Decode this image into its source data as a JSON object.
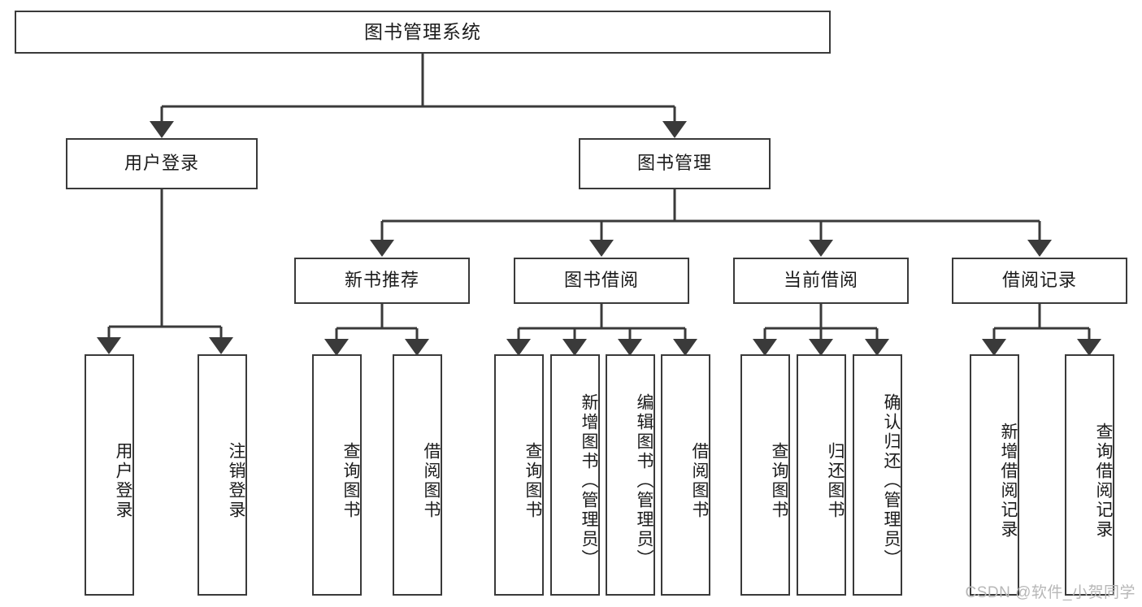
{
  "diagram": {
    "title": "图书管理系统",
    "watermark": "CSDN @软件_小贺同学",
    "line_color": "#3a3a3a",
    "box_fill": "#ffffff",
    "text_color": "#1b1b1b",
    "root": {
      "label": "图书管理系统"
    },
    "level2": [
      {
        "label": "用户登录"
      },
      {
        "label": "图书管理"
      }
    ],
    "level3": [
      {
        "label": "新书推荐"
      },
      {
        "label": "图书借阅"
      },
      {
        "label": "当前借阅"
      },
      {
        "label": "借阅记录"
      }
    ],
    "leaves": {
      "user_login": [
        {
          "label": "用户登录"
        },
        {
          "label": "注销登录"
        }
      ],
      "new_book": [
        {
          "label": "查询图书"
        },
        {
          "label": "借阅图书"
        }
      ],
      "book_borrow": [
        {
          "label": "查询图书"
        },
        {
          "label": "新增图书（管理员）"
        },
        {
          "label": "编辑图书（管理员）"
        },
        {
          "label": "借阅图书"
        }
      ],
      "current_borrow": [
        {
          "label": "查询图书"
        },
        {
          "label": "归还图书"
        },
        {
          "label": "确认归还（管理员）"
        }
      ],
      "borrow_record": [
        {
          "label": "新增借阅记录"
        },
        {
          "label": "查询借阅记录"
        }
      ]
    }
  }
}
